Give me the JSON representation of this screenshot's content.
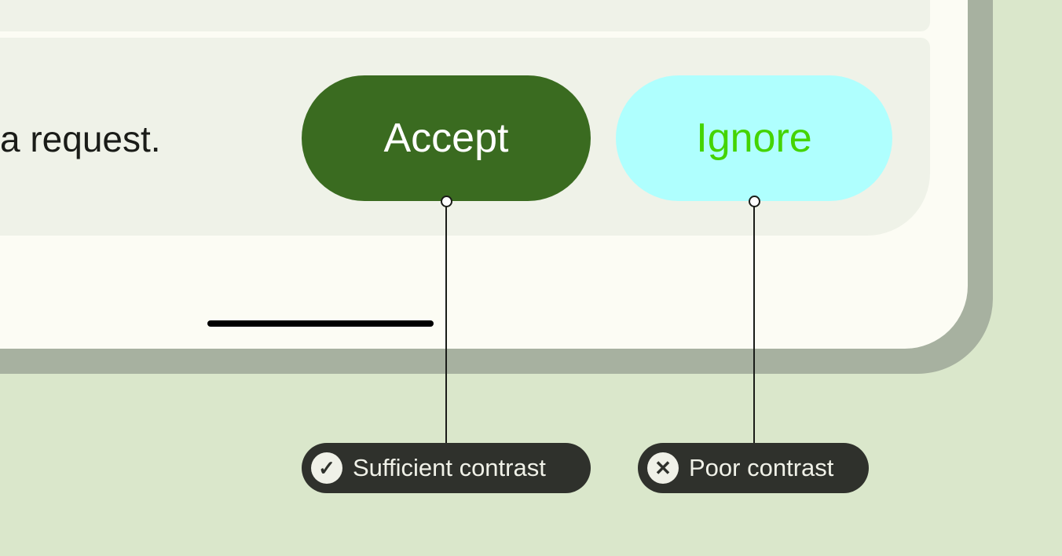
{
  "message": "a request.",
  "buttons": {
    "accept": "Accept",
    "ignore": "Ignore"
  },
  "annotations": [
    {
      "label": "Sufficient contrast",
      "icon": "check-icon"
    },
    {
      "label": "Poor contrast",
      "icon": "x-icon"
    }
  ],
  "colors": {
    "accept_bg": "#3a6b20",
    "accept_text": "#ffffff",
    "ignore_bg": "#affffe",
    "ignore_text": "#44d400"
  }
}
